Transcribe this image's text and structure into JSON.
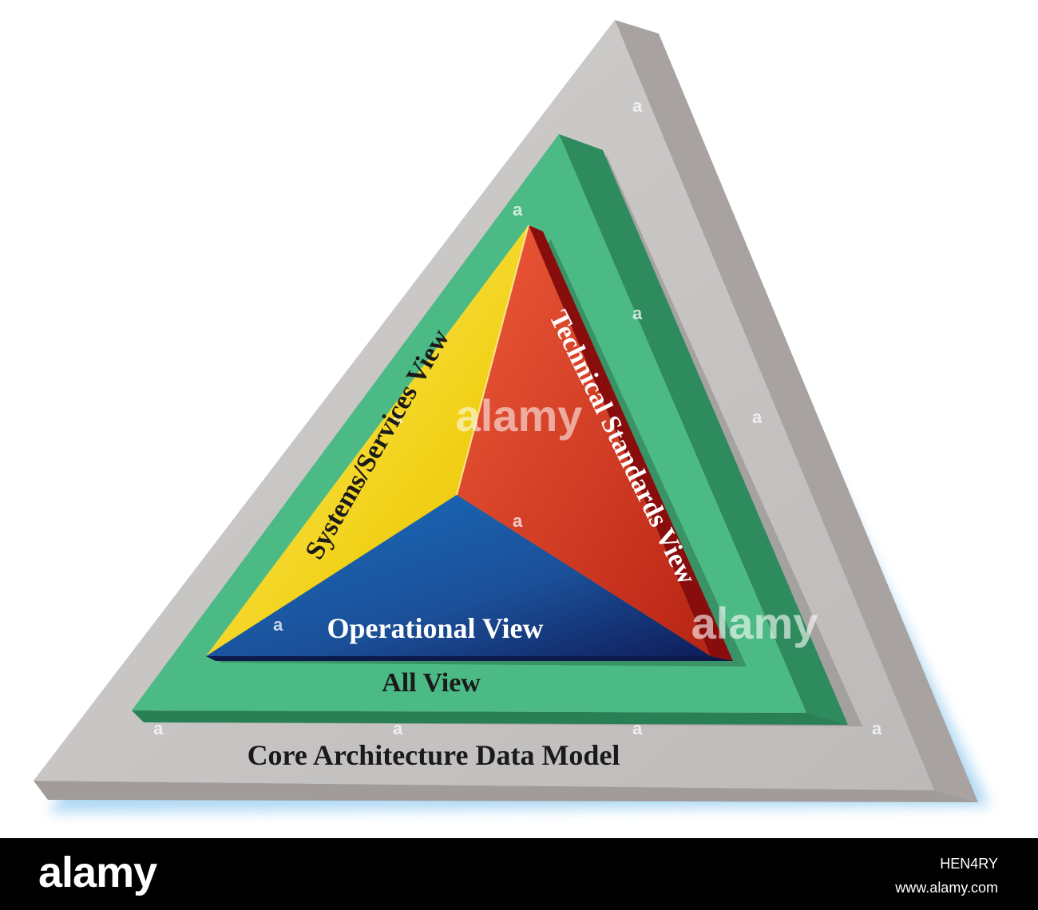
{
  "diagram": {
    "layers": {
      "core": {
        "label": "Core Architecture Data Model",
        "color": "#c6c3c2"
      },
      "all_view": {
        "label": "All View",
        "color": "#4cb883"
      },
      "operational": {
        "label": "Operational View",
        "color": "#1c5fa8"
      },
      "systems": {
        "label": "Systems/Services View",
        "color": "#efd21b"
      },
      "technical": {
        "label": "Technical Standards View",
        "color": "#d2402a"
      }
    }
  },
  "watermark": {
    "center_text": "alamy",
    "side_text": "alamy",
    "small_mark": "a"
  },
  "footer": {
    "logo": "alamy",
    "image_code": "HEN4RY",
    "url": "www.alamy.com"
  }
}
